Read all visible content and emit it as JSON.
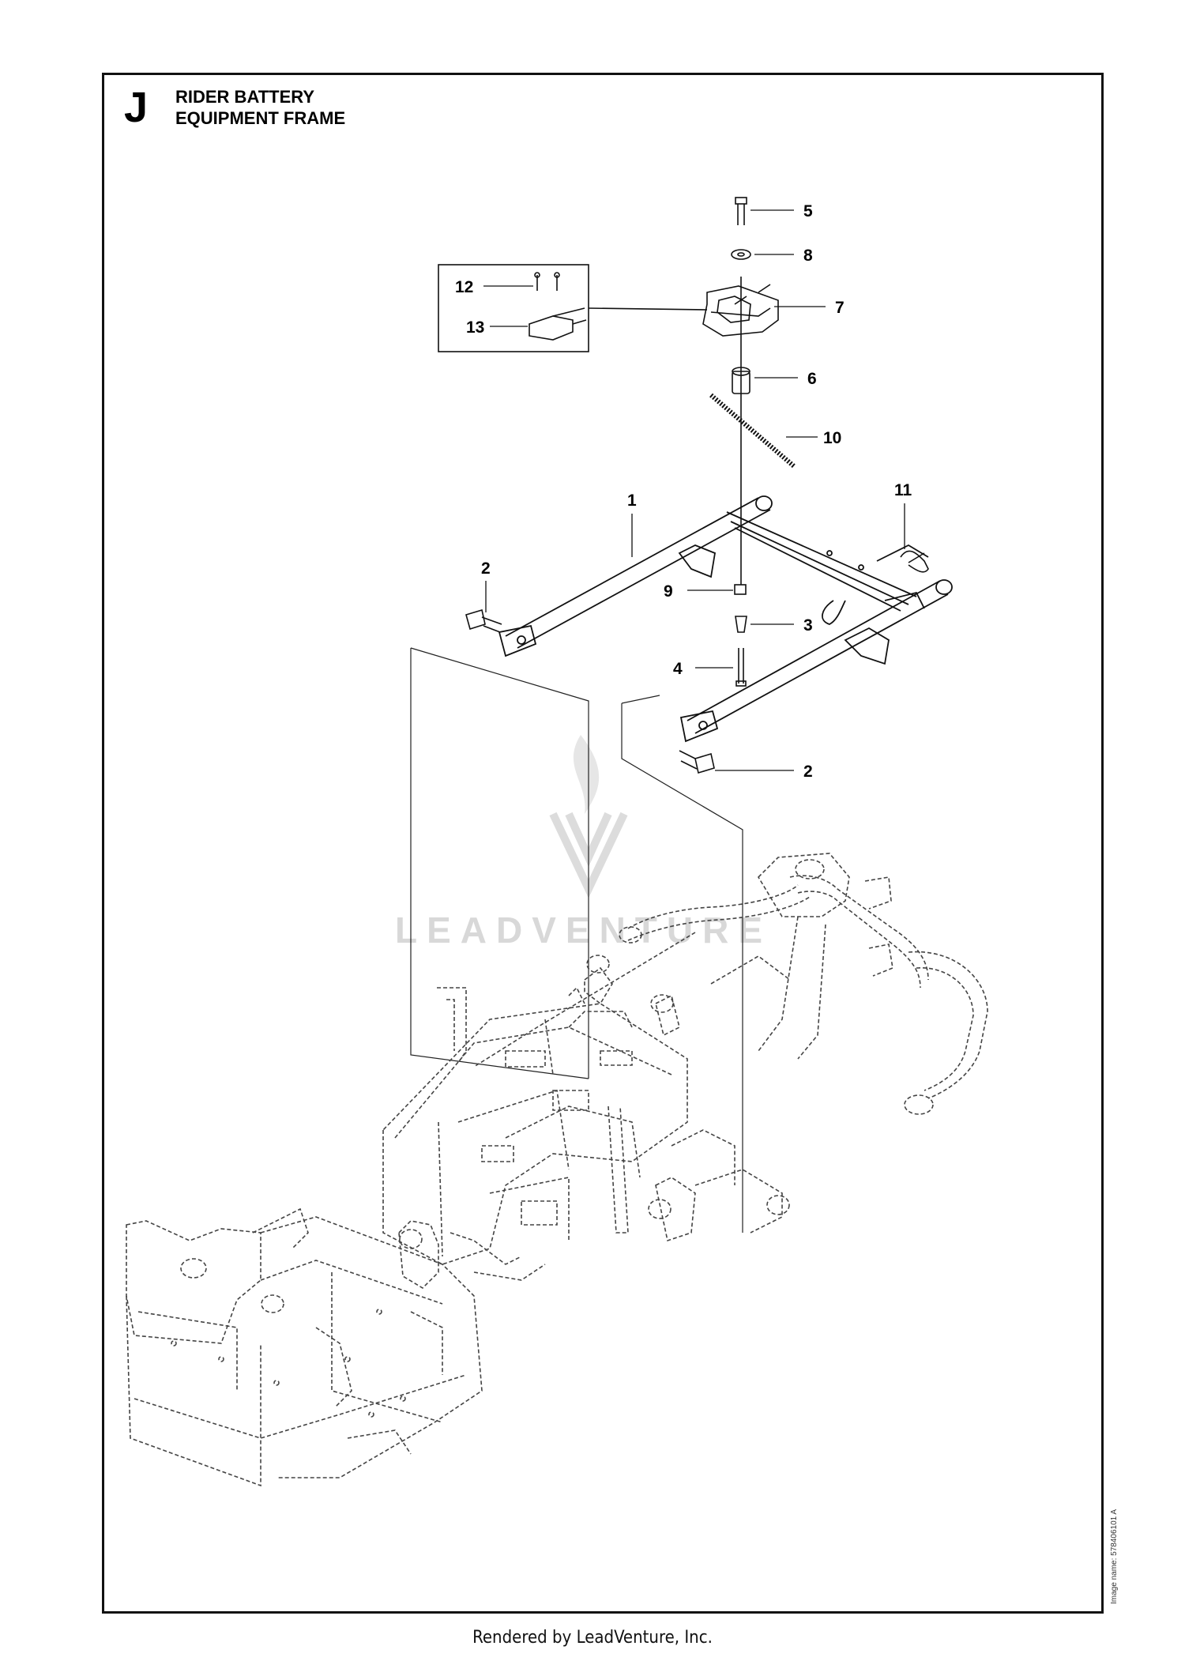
{
  "section": {
    "letter": "J",
    "title_line1": "RIDER BATTERY",
    "title_line2": "EQUIPMENT FRAME"
  },
  "callouts": {
    "c1": "1",
    "c2a": "2",
    "c2b": "2",
    "c3": "3",
    "c4": "4",
    "c5": "5",
    "c6": "6",
    "c7": "7",
    "c8": "8",
    "c9": "9",
    "c10": "10",
    "c11": "11",
    "c12": "12",
    "c13": "13"
  },
  "watermark": "LEADVENTURE",
  "image_name": "Image name: 578406101 A",
  "footer": "Rendered by LeadVenture, Inc."
}
